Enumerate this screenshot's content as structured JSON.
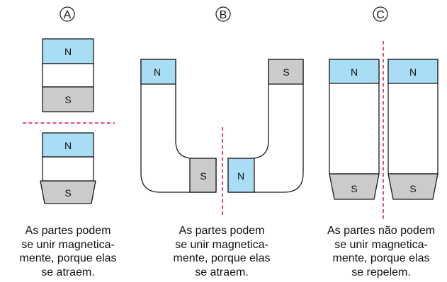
{
  "colors": {
    "north": "#a9dcf5",
    "south": "#cbcbcb",
    "body": "#ffffff",
    "stroke": "#1a1a1a",
    "divider": "#e8336b"
  },
  "panels": [
    {
      "letter": "A",
      "poles": {
        "n1": "N",
        "s1": "S",
        "n2": "N",
        "s2": "S"
      },
      "caption": [
        "As partes podem",
        "se unir magnetica-",
        "mente, porque elas",
        "se atraem."
      ]
    },
    {
      "letter": "B",
      "poles": {
        "n1": "N",
        "s1": "S",
        "s2": "S",
        "n2": "N"
      },
      "caption": [
        "As partes podem",
        "se unir magnetica-",
        "mente, porque elas",
        "se atraem."
      ]
    },
    {
      "letter": "C",
      "poles": {
        "n1": "N",
        "s1": "S",
        "n2": "N",
        "s2": "S"
      },
      "caption": [
        "As partes não podem",
        "se unir magnetica-",
        "mente, porque elas",
        "se repelem."
      ]
    }
  ]
}
